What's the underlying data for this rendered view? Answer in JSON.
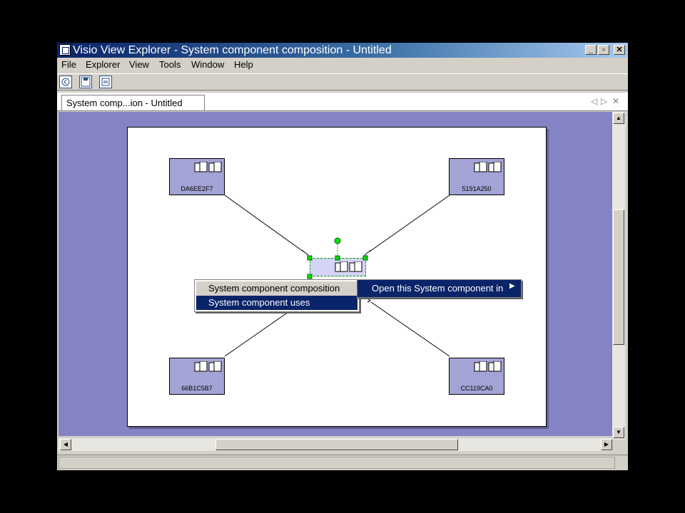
{
  "window": {
    "title": "Visio View Explorer - System component composition - Untitled"
  },
  "menubar": [
    "File",
    "Explorer",
    "View",
    "Tools",
    "Window",
    "Help"
  ],
  "tab": {
    "label": "System comp...ion - Untitled"
  },
  "tabnav": {
    "prev": "◁",
    "next": "▷",
    "close": "✕"
  },
  "nodes": {
    "top_left": "DA6EE2F7",
    "top_right": "5191A250",
    "bottom_left": "66B1C5B7",
    "bottom_right": "CC119CA0"
  },
  "context_menu": {
    "item": "Open this System component in",
    "submenu": [
      "System component composition",
      "System component uses"
    ]
  },
  "colors": {
    "canvas": "#8483c4",
    "node_fill": "#a3a3d5",
    "highlight": "#0a246a"
  }
}
